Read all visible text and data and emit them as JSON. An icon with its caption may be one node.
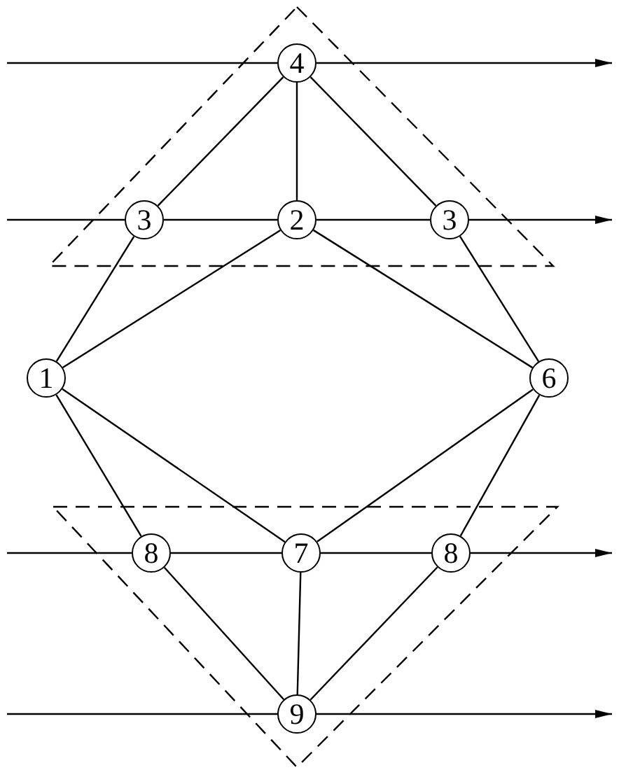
{
  "diagram": {
    "nodes": [
      {
        "text": [
          "4"
        ]
      },
      {
        "text": [
          "3"
        ]
      },
      {
        "text": [
          "2"
        ]
      },
      {
        "text": [
          "3"
        ]
      },
      {
        "text": [
          "1"
        ]
      },
      {
        "text": [
          "6"
        ]
      },
      {
        "text": [
          "8"
        ]
      },
      {
        "text": [
          "7"
        ]
      },
      {
        "text": [
          "8"
        ]
      },
      {
        "text": [
          "9"
        ]
      }
    ],
    "edges": [
      {
        "from": null,
        "to": 0,
        "arrow": "none"
      },
      {
        "from": 0,
        "to": null,
        "arrow": "to"
      },
      {
        "from": null,
        "to": 1,
        "arrow": "none"
      },
      {
        "from": 1,
        "to": 2,
        "arrow": "none"
      },
      {
        "from": 2,
        "to": 3,
        "arrow": "none"
      },
      {
        "from": 3,
        "to": null,
        "arrow": "to"
      },
      {
        "from": 0,
        "to": 1,
        "arrow": "none"
      },
      {
        "from": 0,
        "to": 2,
        "arrow": "none"
      },
      {
        "from": 0,
        "to": 3,
        "arrow": "none"
      },
      {
        "from": 1,
        "to": 4,
        "arrow": "none"
      },
      {
        "from": 2,
        "to": 4,
        "arrow": "none"
      },
      {
        "from": 2,
        "to": 5,
        "arrow": "none"
      },
      {
        "from": 3,
        "to": 5,
        "arrow": "none"
      },
      {
        "from": 4,
        "to": 6,
        "arrow": "none"
      },
      {
        "from": 4,
        "to": 7,
        "arrow": "none"
      },
      {
        "from": 5,
        "to": 7,
        "arrow": "none"
      },
      {
        "from": 5,
        "to": 8,
        "arrow": "none"
      },
      {
        "from": null,
        "to": 6,
        "arrow": "none"
      },
      {
        "from": 6,
        "to": 7,
        "arrow": "none"
      },
      {
        "from": 7,
        "to": 8,
        "arrow": "none"
      },
      {
        "from": 8,
        "to": null,
        "arrow": "to"
      },
      {
        "from": 6,
        "to": 9,
        "arrow": "none"
      },
      {
        "from": 7,
        "to": 9,
        "arrow": "none"
      },
      {
        "from": 8,
        "to": 9,
        "arrow": "none"
      },
      {
        "from": null,
        "to": 9,
        "arrow": "none"
      },
      {
        "from": 9,
        "to": null,
        "arrow": "to"
      }
    ]
  }
}
